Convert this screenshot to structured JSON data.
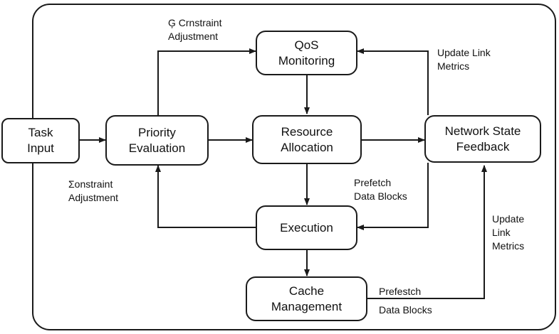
{
  "nodes": {
    "task_input": "Task\nInput",
    "priority_evaluation": "Priority\nEvaluation",
    "qos_monitoring": "QoS\nMonitoring",
    "resource_allocation": "Resource\nAllocation",
    "network_state_feedback": "Network State\nFeedback",
    "execution": "Execution",
    "cache_management": "Cache\nManagement"
  },
  "edge_labels": {
    "constraint_adjustment_top": "Ģ Crnstraint\nAdjustment",
    "constraint_adjustment_left": "Σonstraint\nAdjustment",
    "update_link_metrics_top": "Update Link\nMetrics",
    "prefetch_data_blocks_middle": "Prefetch\nData Blocks",
    "update_link_metrics_right": "Update\nLink\nMetrics",
    "prefetch_data_blocks_bottom_1": "Prefestch",
    "prefetch_data_blocks_bottom_2": "Data Blocks"
  }
}
